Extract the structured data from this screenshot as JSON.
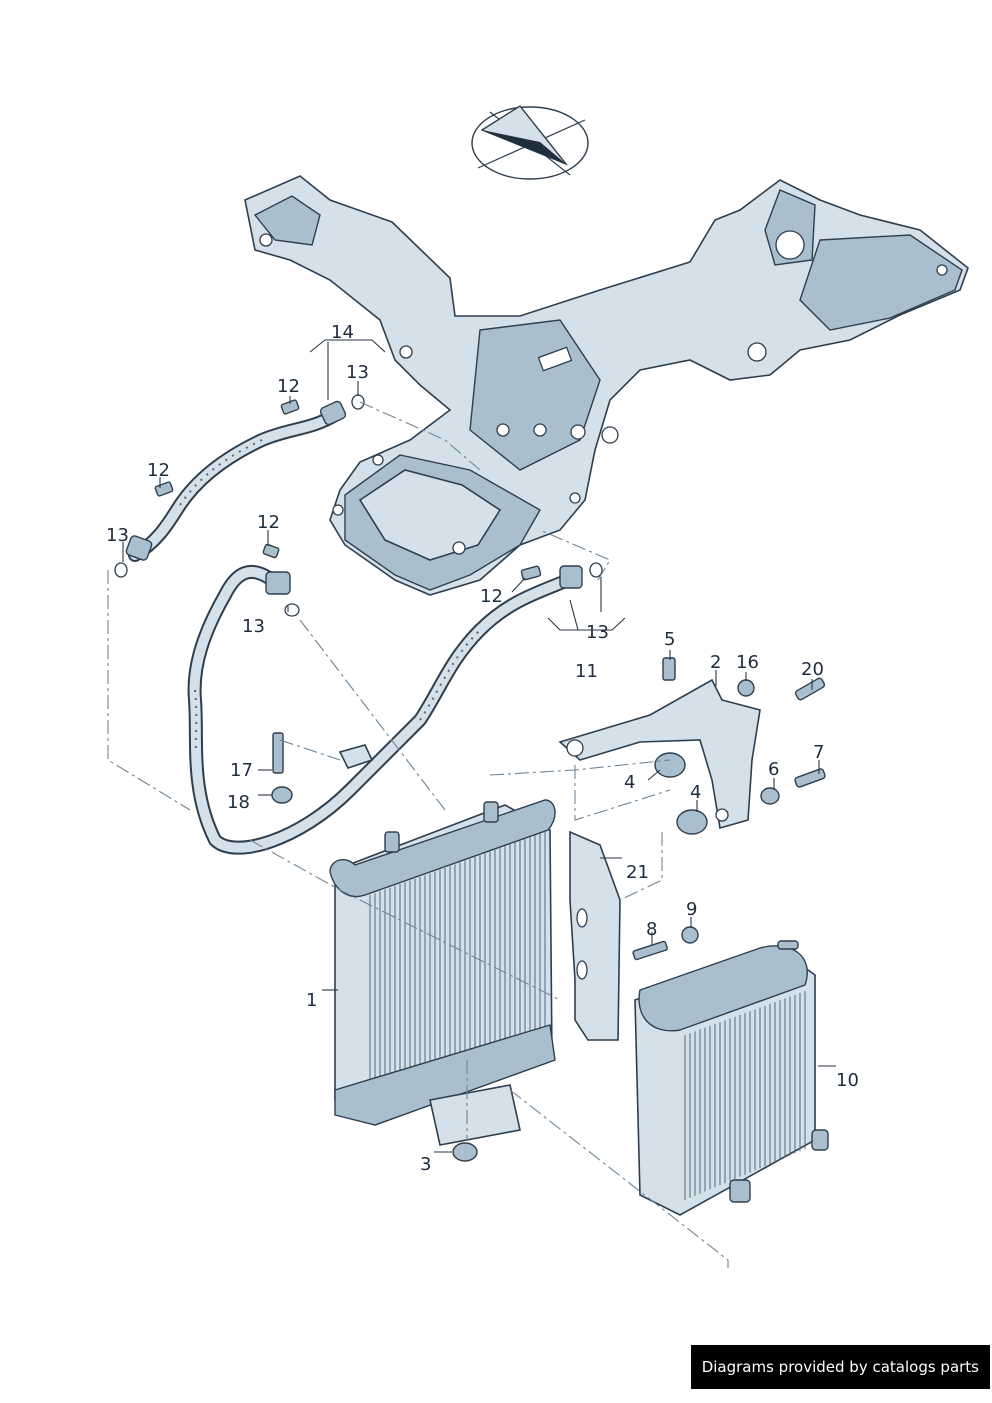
{
  "callouts": [
    {
      "id": "c14",
      "text": "14"
    },
    {
      "id": "c12a",
      "text": "12"
    },
    {
      "id": "c13a",
      "text": "13"
    },
    {
      "id": "c12b",
      "text": "12"
    },
    {
      "id": "c13b",
      "text": "13"
    },
    {
      "id": "c12c",
      "text": "12"
    },
    {
      "id": "c13c",
      "text": "13"
    },
    {
      "id": "c12d",
      "text": "12"
    },
    {
      "id": "c13d",
      "text": "13"
    },
    {
      "id": "c11",
      "text": "11"
    },
    {
      "id": "c5",
      "text": "5"
    },
    {
      "id": "c2",
      "text": "2"
    },
    {
      "id": "c16",
      "text": "16"
    },
    {
      "id": "c20",
      "text": "20"
    },
    {
      "id": "c4a",
      "text": "4"
    },
    {
      "id": "c4b",
      "text": "4"
    },
    {
      "id": "c7",
      "text": "7"
    },
    {
      "id": "c6",
      "text": "6"
    },
    {
      "id": "c17",
      "text": "17"
    },
    {
      "id": "c18",
      "text": "18"
    },
    {
      "id": "c21",
      "text": "21"
    },
    {
      "id": "c8",
      "text": "8"
    },
    {
      "id": "c9",
      "text": "9"
    },
    {
      "id": "c1",
      "text": "1"
    },
    {
      "id": "c10",
      "text": "10"
    },
    {
      "id": "c3",
      "text": "3"
    }
  ],
  "watermark": {
    "text": "Diagrams provided by catalogs parts"
  },
  "colors": {
    "part_fill": "#d4e1ea",
    "part_shade": "#a9bfcd",
    "outline": "#2f3e4d",
    "leader": "#2a3644",
    "dash": "#6f8596"
  }
}
